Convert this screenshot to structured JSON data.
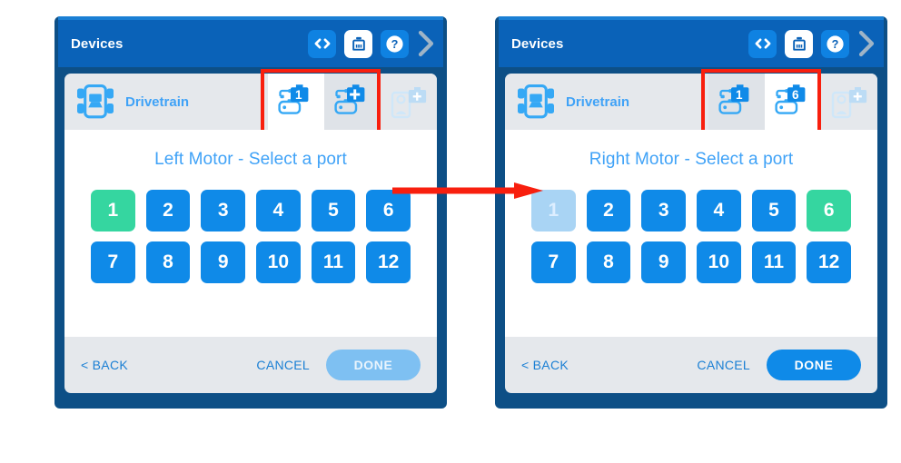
{
  "panels": [
    {
      "id": "left-panel",
      "titlebar": {
        "title": "Devices",
        "icons": [
          {
            "name": "code-icon",
            "glyph": "<>",
            "active": false
          },
          {
            "name": "device-port-icon",
            "glyph": "device",
            "active": true
          },
          {
            "name": "help-icon",
            "glyph": "?",
            "active": false
          }
        ],
        "chevron": "chevron-right-icon"
      },
      "device": {
        "icon": "drivetrain-icon",
        "label": "Drivetrain",
        "chips": [
          {
            "name": "motor-chip-left",
            "badge": "1",
            "state": "selected"
          },
          {
            "name": "motor-chip-add",
            "badge": "+",
            "state": "normal"
          },
          {
            "name": "sensor-chip-add",
            "badge": "+",
            "state": "ghost"
          }
        ]
      },
      "body": {
        "title": "Left Motor - Select a port",
        "ports": [
          {
            "label": "1",
            "state": "selected"
          },
          {
            "label": "2",
            "state": "normal"
          },
          {
            "label": "3",
            "state": "normal"
          },
          {
            "label": "4",
            "state": "normal"
          },
          {
            "label": "5",
            "state": "normal"
          },
          {
            "label": "6",
            "state": "normal"
          },
          {
            "label": "7",
            "state": "normal"
          },
          {
            "label": "8",
            "state": "normal"
          },
          {
            "label": "9",
            "state": "normal"
          },
          {
            "label": "10",
            "state": "normal"
          },
          {
            "label": "11",
            "state": "normal"
          },
          {
            "label": "12",
            "state": "normal"
          }
        ]
      },
      "footer": {
        "back": "< BACK",
        "cancel": "CANCEL",
        "done": "DONE",
        "done_state": "disabled"
      }
    },
    {
      "id": "right-panel",
      "titlebar": {
        "title": "Devices",
        "icons": [
          {
            "name": "code-icon",
            "glyph": "<>",
            "active": false
          },
          {
            "name": "device-port-icon",
            "glyph": "device",
            "active": true
          },
          {
            "name": "help-icon",
            "glyph": "?",
            "active": false
          }
        ],
        "chevron": "chevron-right-icon"
      },
      "device": {
        "icon": "drivetrain-icon",
        "label": "Drivetrain",
        "chips": [
          {
            "name": "motor-chip-left",
            "badge": "1",
            "state": "normal"
          },
          {
            "name": "motor-chip-right",
            "badge": "6",
            "state": "selected"
          },
          {
            "name": "sensor-chip-add",
            "badge": "+",
            "state": "ghost"
          }
        ]
      },
      "body": {
        "title": "Right Motor - Select a port",
        "ports": [
          {
            "label": "1",
            "state": "disabled"
          },
          {
            "label": "2",
            "state": "normal"
          },
          {
            "label": "3",
            "state": "normal"
          },
          {
            "label": "4",
            "state": "normal"
          },
          {
            "label": "5",
            "state": "normal"
          },
          {
            "label": "6",
            "state": "selected"
          },
          {
            "label": "7",
            "state": "normal"
          },
          {
            "label": "8",
            "state": "normal"
          },
          {
            "label": "9",
            "state": "normal"
          },
          {
            "label": "10",
            "state": "normal"
          },
          {
            "label": "11",
            "state": "normal"
          },
          {
            "label": "12",
            "state": "normal"
          }
        ]
      },
      "footer": {
        "back": "< BACK",
        "cancel": "CANCEL",
        "done": "DONE",
        "done_state": "enabled"
      }
    }
  ],
  "annotation": {
    "arrow": "red-arrow-right",
    "highlight": "red-highlight-box"
  },
  "colors": {
    "frame_navy": "#0d4f86",
    "titlebar_blue": "#0a62b8",
    "top_strip": "#1a7fd4",
    "accent_blue": "#0f8ae8",
    "link_blue": "#3fa2f7",
    "selected_green": "#35d6a0",
    "disabled_port": "#a9d4f4",
    "annotation_red": "#f81f0e",
    "panel_grey": "#e5e8ec"
  }
}
